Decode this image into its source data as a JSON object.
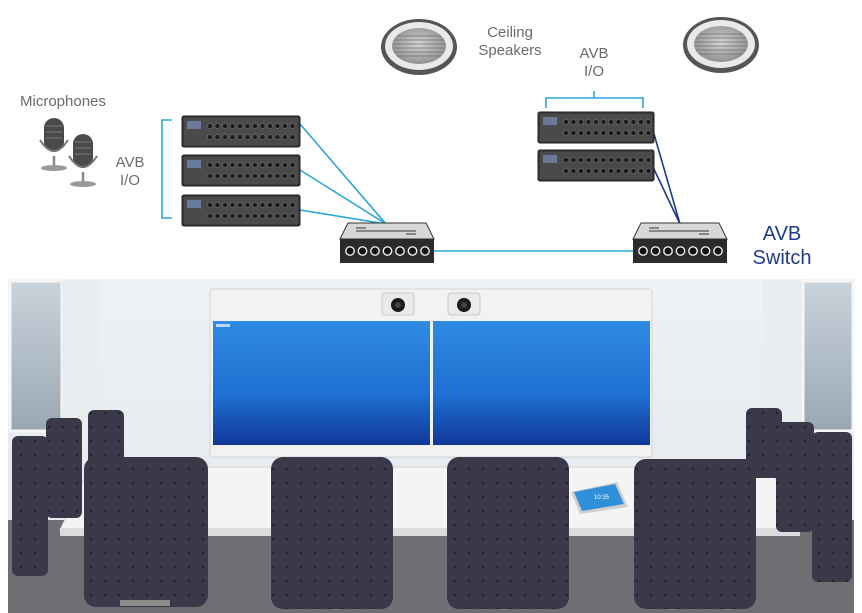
{
  "labels": {
    "ceiling_speakers": "Ceiling\nSpeakers",
    "microphones": "Microphones",
    "avb_io_left": "AVB\nI/O",
    "avb_io_right": "AVB\nI/O",
    "avb_switch": "AVB\nSwitch"
  },
  "touch_panel_clock": "10:35",
  "colors": {
    "link_cyan": "#2aa6d8",
    "link_navy": "#1f3b8a",
    "label_gray": "#6b6b6b",
    "screen_blue": "#1e6fd0"
  },
  "icons": [
    "ceiling-speaker-icon",
    "microphone-icon",
    "io-rack-icon",
    "network-switch-icon",
    "camera-icon",
    "touch-panel-icon"
  ]
}
